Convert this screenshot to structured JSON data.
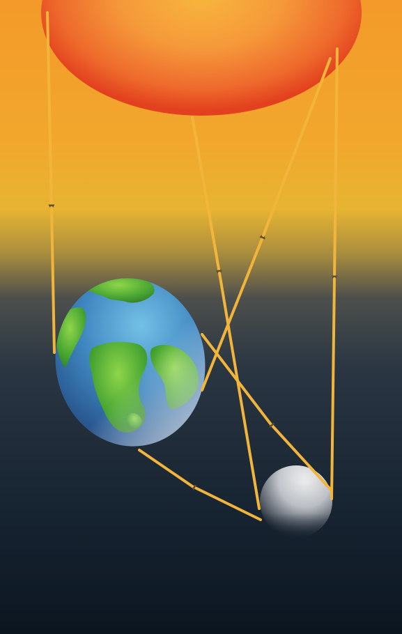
{
  "diagram": {
    "bodies": {
      "sun": {
        "name": "sun"
      },
      "earth": {
        "name": "earth"
      },
      "moon": {
        "name": "moon"
      }
    },
    "rays": [
      {
        "name": "ray-sun-to-earth",
        "kind": "sunlight",
        "direction": "down"
      },
      {
        "name": "ray-sun-to-moon-center",
        "kind": "sunlight",
        "direction": "down"
      },
      {
        "name": "ray-sun-to-moon-right",
        "kind": "sunlight",
        "direction": "down"
      },
      {
        "name": "ray-earth-to-sun",
        "kind": "reflected",
        "direction": "up"
      },
      {
        "name": "ray-moon-to-earth-upper",
        "kind": "reflected",
        "direction": "up"
      },
      {
        "name": "ray-moon-to-earth-lower",
        "kind": "reflected",
        "direction": "left"
      }
    ],
    "colors": {
      "ray": "#f2b53b",
      "arrowhead": "#6b5a3a",
      "sky_top": "#f2a22c",
      "sky_mid": "#e8b52e",
      "sky_bottom": "#0e1a26",
      "sun_core": "#f6a43a",
      "sun_edge": "#e43e1f",
      "earth_ocean": "#3b7fb8",
      "earth_land": "#4fae37",
      "moon": "#d9dbe0"
    }
  }
}
